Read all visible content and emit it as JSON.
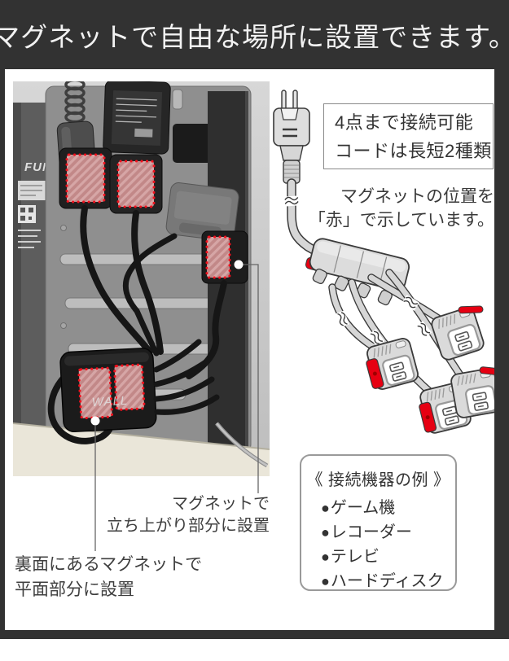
{
  "page": {
    "title": "マグネットで自由な場所に設置できます。"
  },
  "colors": {
    "frame": "#323232",
    "accent_red": "#e60012",
    "text_dark": "#333333",
    "box_border": "#8a8a8a"
  },
  "info_box": {
    "line1": "4点まで接続可能",
    "line2": "コードは長短2種類"
  },
  "magnet_note": {
    "line1": "マグネットの位置を",
    "line2": "「赤」で示しています。"
  },
  "devices_box": {
    "title": "《 接続機器の例 》",
    "bullet": "●",
    "items": [
      "ゲーム機",
      "レコーダー",
      "テレビ",
      "ハードディスク"
    ]
  },
  "callouts": {
    "riser": {
      "line1": "マグネットで",
      "line2": "立ち上がり部分に設置"
    },
    "flat": {
      "line1": "裏面にあるマグネットで",
      "line2": "平面部分に設置"
    }
  },
  "photo": {
    "tv_brand": "FUN",
    "strip_logo": "WALL"
  }
}
